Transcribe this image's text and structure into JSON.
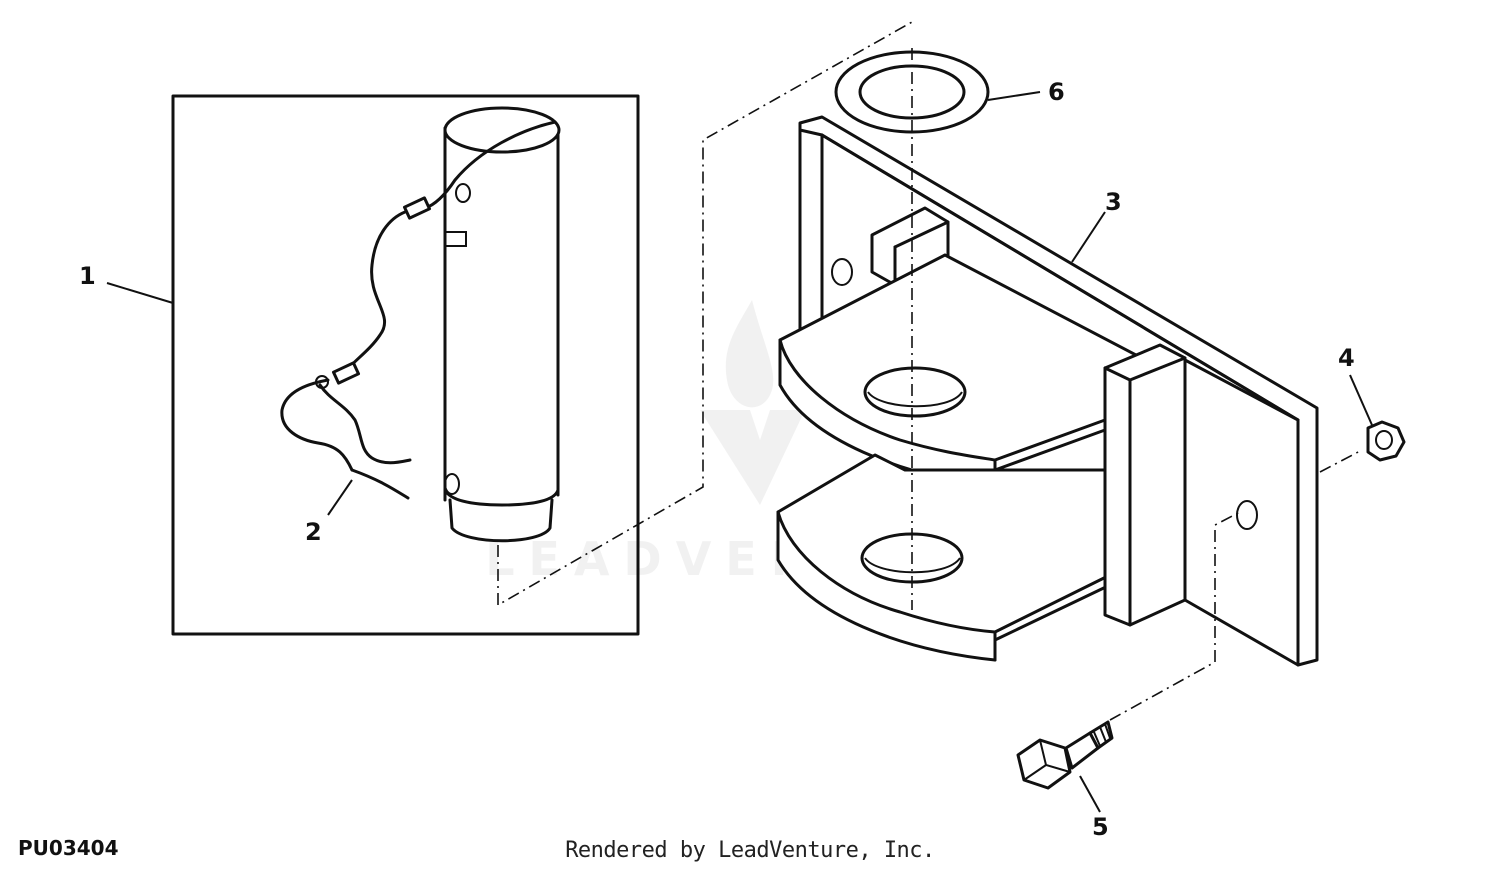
{
  "figure_code": "PU03404",
  "credit": "Rendered by LeadVenture, Inc.",
  "watermark": "LEADVENTURE",
  "callouts": {
    "c1": "1",
    "c2": "2",
    "c3": "3",
    "c4": "4",
    "c5": "5",
    "c6": "6"
  },
  "colors": {
    "line": "#111111",
    "background": "#ffffff",
    "watermark": "#e6e6e6"
  }
}
